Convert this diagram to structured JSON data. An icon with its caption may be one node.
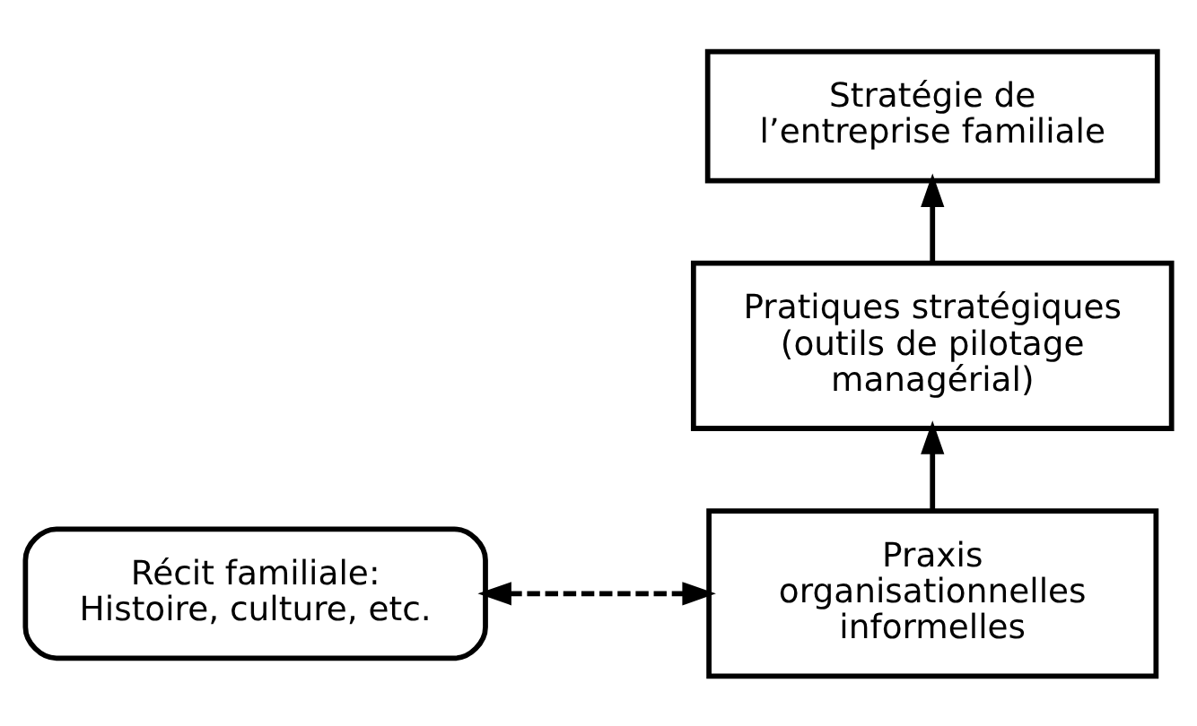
{
  "diagram": {
    "nodes": [
      {
        "text": [
          "Stratégie de l’entreprise familiale"
        ]
      },
      {
        "text": [
          "Pratiques stratégiques (outils de pilotage managérial)"
        ]
      },
      {
        "text": [
          "Praxis organisationnelles informelles"
        ]
      },
      {
        "text": [
          "Récit familiale: Histoire, culture, etc."
        ]
      }
    ],
    "edges": [
      {
        "from": 2,
        "to": 1,
        "arrow": "to"
      },
      {
        "from": 1,
        "to": 0,
        "arrow": "to"
      },
      {
        "from": 3,
        "to": 2,
        "arrow": "both",
        "style": "dashed"
      }
    ]
  }
}
